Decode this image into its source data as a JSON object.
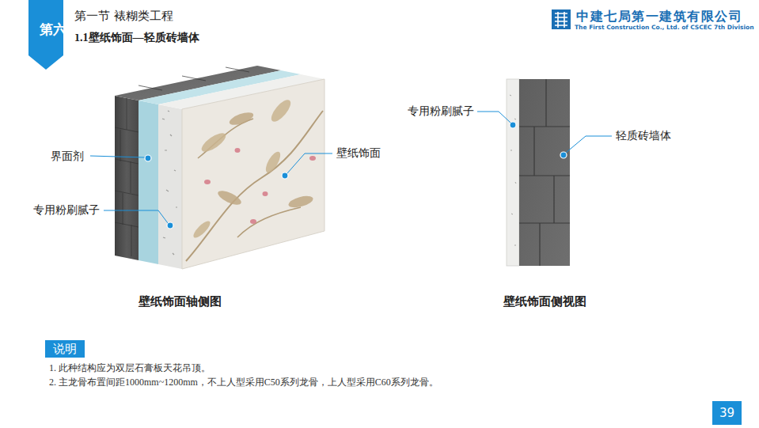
{
  "diagram": {
    "title": "第一节 裱糊类工程",
    "nodes": [
      {
        "text": [
          "第六章"
        ]
      },
      {
        "text": [
          "说明"
        ]
      },
      {
        "text": [
          "39"
        ]
      }
    ],
    "labels": [
      "1.1壁纸饰面—轻质砖墙体",
      "中建七局第一建筑有限公司",
      "The First Construction Co., Ltd. of CSCEC 7th Division",
      "界面剂",
      "专用粉刷腻子",
      "壁纸饰面",
      "专用粉刷腻子",
      "轻质砖墙体",
      "壁纸饰面轴侧图",
      "壁纸饰面侧视图",
      "1. 此种结构应为双层石膏板天花吊顶。",
      "2. 主龙骨布置间距1000mm~1200mm，不上人型采用C50系列龙骨，上人型采用C60系列龙骨。"
    ]
  }
}
